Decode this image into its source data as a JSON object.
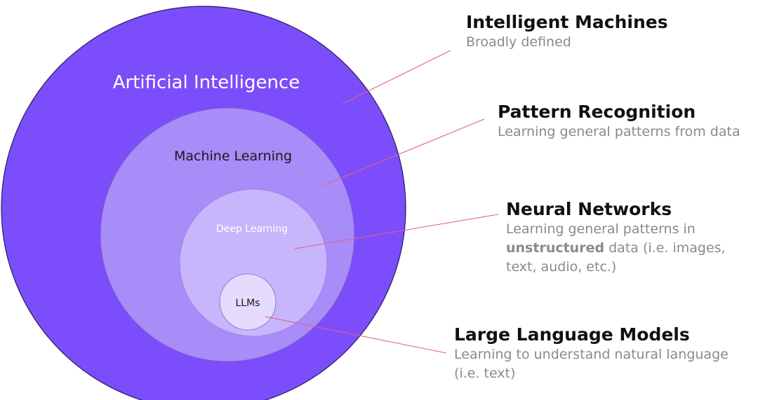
{
  "circles": {
    "ai": "Artificial Intelligence",
    "ml": "Machine Learning",
    "dl": "Deep Learning",
    "llm": "LLMs"
  },
  "descriptions": [
    {
      "title": "Intelligent Machines",
      "text": "Broadly defined"
    },
    {
      "title": "Pattern Recognition",
      "text": "Learning general patterns from data"
    },
    {
      "title": "Neural Networks",
      "text_before": "Learning general patterns in",
      "text_bold": "unstructured",
      "text_after": "data (i.e. images, text, audio, etc.)"
    },
    {
      "title": "Large Language Models",
      "text": "Learning to understand natural language (i.e. text)"
    }
  ],
  "colors": {
    "ai": "#7c4dfa",
    "ml": "#a88cf8",
    "dl": "#c7b6fb",
    "llm": "#e4dbfd",
    "connector": "#e0608a"
  }
}
